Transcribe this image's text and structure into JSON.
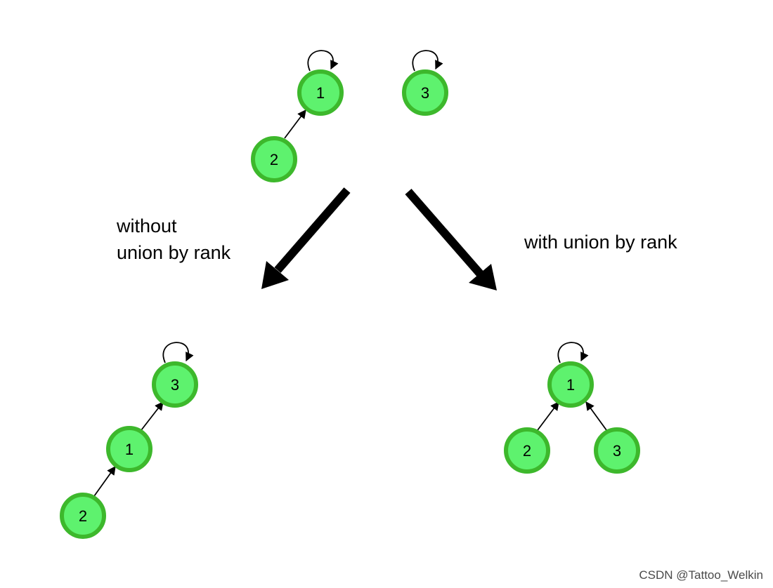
{
  "caption_left_line1": "without",
  "caption_left_line2": "union by rank",
  "caption_right": "with union by rank",
  "watermark": "CSDN @Tattoo_Welkin",
  "colors": {
    "node_fill": "#5ef26e",
    "node_stroke": "#3db82c"
  },
  "initial": {
    "nodes": [
      {
        "label": "1"
      },
      {
        "label": "3"
      },
      {
        "label": "2"
      }
    ]
  },
  "without_rank": {
    "nodes": [
      {
        "label": "3"
      },
      {
        "label": "1"
      },
      {
        "label": "2"
      }
    ]
  },
  "with_rank": {
    "nodes": [
      {
        "label": "1"
      },
      {
        "label": "2"
      },
      {
        "label": "3"
      }
    ]
  }
}
